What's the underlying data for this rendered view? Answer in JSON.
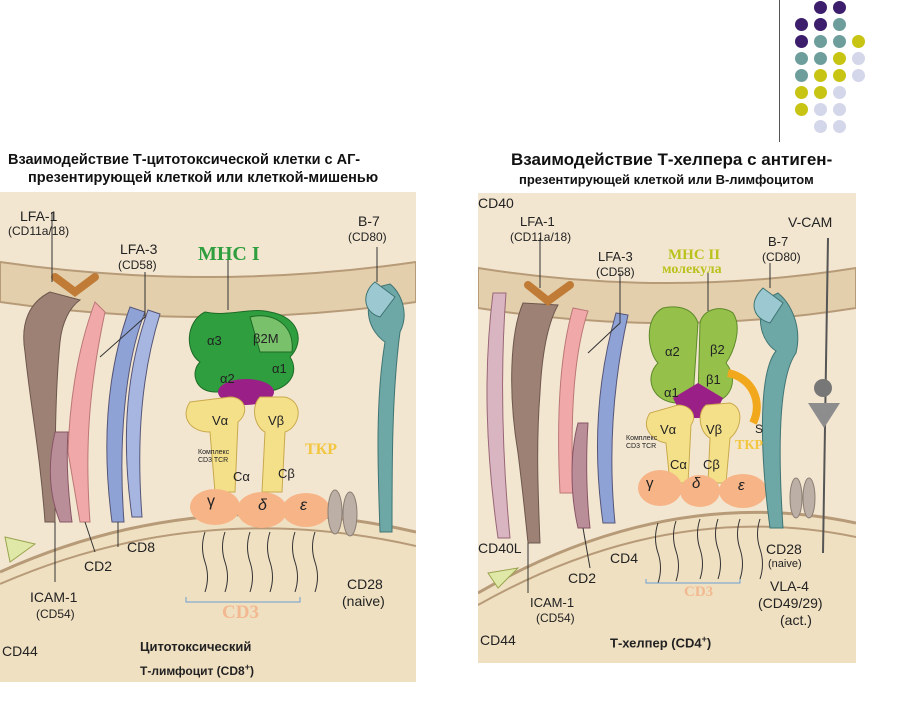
{
  "decor": {
    "dot_colors": {
      "purple": "#3d1e6d",
      "teal": "#6e9e9c",
      "lime": "#c7c414",
      "lavender": "#d4d6ea"
    },
    "dot_rows": [
      [
        "none",
        "purple",
        "purple",
        "none"
      ],
      [
        "purple",
        "purple",
        "teal",
        "none"
      ],
      [
        "purple",
        "teal",
        "teal",
        "lime"
      ],
      [
        "teal",
        "teal",
        "lime",
        "lavender"
      ],
      [
        "teal",
        "lime",
        "lime",
        "lavender"
      ],
      [
        "lime",
        "lime",
        "lavender",
        "none"
      ],
      [
        "lime",
        "lavender",
        "lavender",
        "none"
      ],
      [
        "none",
        "lavender",
        "lavender",
        "none"
      ]
    ]
  },
  "left": {
    "title_line1": "Взаимодействие Т-цитотоксической клетки с АГ-",
    "title_line2": "презентирующей клеткой или клеткой-мишенью",
    "labels": {
      "lfa1": "LFA-1",
      "lfa1_cd": "(CD11a/18)",
      "lfa3": "LFA-3",
      "lfa3_cd": "(CD58)",
      "mhc": "MHC I",
      "b7": "B-7",
      "b7_cd": "(CD80)",
      "a3": "α3",
      "b2m": "β2M",
      "a1": "α1",
      "a2": "α2",
      "va": "Vα",
      "vb": "Vβ",
      "tcr": "ТКР",
      "ca": "Cα",
      "cb": "Cβ",
      "complex1": "Комплекс",
      "complex2": "CD3 TCR",
      "gamma": "γ",
      "delta": "δ",
      "epsilon": "ε",
      "cd8": "CD8",
      "cd2": "CD2",
      "icam": "ICAM-1",
      "icam_cd": "(CD54)",
      "cd3": "CD3",
      "cd28": "CD28",
      "naive": "(naive)",
      "cd44": "CD44",
      "cell1": "Цитотоксический",
      "cell2_prefix": "Т-лимфоцит (CD8",
      "cell2_sup": "+",
      "cell2_suffix": ")"
    }
  },
  "right": {
    "title_line1": "Взаимодействие Т-хелпера с антиген-",
    "title_line2": "презентирующей клеткой или В-лимфоцитом",
    "labels": {
      "cd40": "CD40",
      "lfa1": "LFA-1",
      "lfa1_cd": "(CD11a/18)",
      "lfa3": "LFA-3",
      "lfa3_cd": "(CD58)",
      "mhc1": "MHC II",
      "mhc2": "молекула",
      "b7": "B-7",
      "b7_cd": "(CD80)",
      "vcam": "V-CAM",
      "a2": "α2",
      "b2": "β2",
      "a1": "α1",
      "b1": "β1",
      "va": "Vα",
      "vb": "Vβ",
      "s": "S",
      "tcr": "ТКР",
      "complex1": "Комплекс",
      "complex2": "CD3 TCR",
      "ca": "Cα",
      "cb": "Cβ",
      "gamma": "γ",
      "delta": "δ",
      "epsilon": "ε",
      "cd40l": "CD40L",
      "cd4": "CD4",
      "cd2": "CD2",
      "cd28": "CD28",
      "naive": "(naive)",
      "vla4": "VLA-4",
      "vla4_cd": "(CD49/29)",
      "act": "(act.)",
      "icam": "ICAM-1",
      "icam_cd": "(CD54)",
      "cd3": "CD3",
      "cd44": "CD44",
      "cell_prefix": "Т-хелпер (CD4",
      "cell_sup": "+",
      "cell_suffix": ")"
    }
  }
}
